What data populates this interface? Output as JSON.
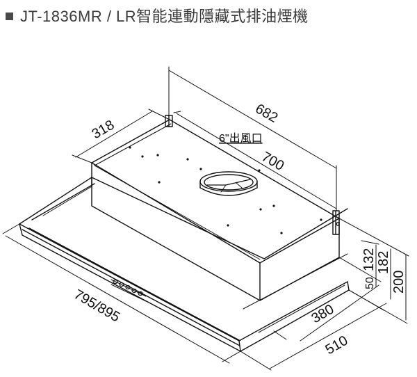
{
  "title": "JT-1836MR / LR智能連動隱藏式排油煙機",
  "dimensions": {
    "d682": "682",
    "d318": "318",
    "d700": "700",
    "outlet": "6\"出風口",
    "d795": "795/895",
    "d380": "380",
    "d510": "510",
    "d50": "50",
    "d132": "132",
    "d182": "182",
    "d200": "200"
  },
  "colors": {
    "line": "#111111",
    "text": "#3a3a3a"
  }
}
